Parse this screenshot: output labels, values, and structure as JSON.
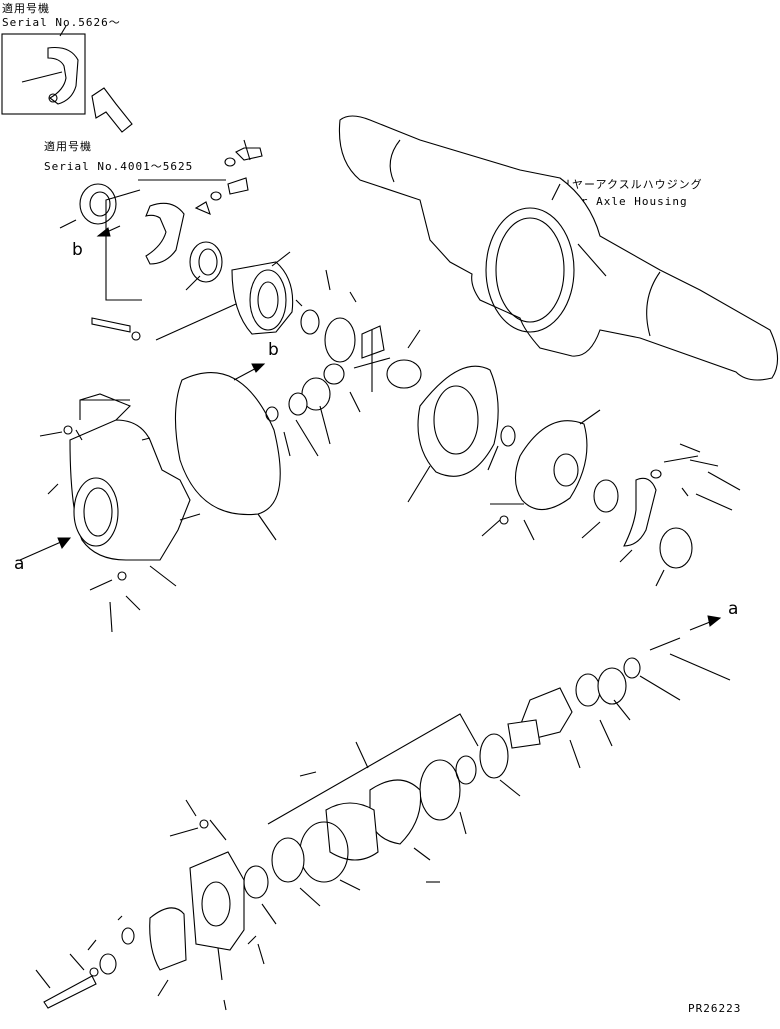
{
  "labels": {
    "serial_top_jp": "適用号機",
    "serial_top": "Serial No.5626～",
    "serial_mid_jp": "適用号機",
    "serial_mid": "Serial No.4001～5625",
    "housing_jp": "リヤーアクスルハウジング",
    "housing_en": "Rear Axle Housing",
    "ref_a": "a",
    "ref_b": "b",
    "figure_code": "PR26223"
  }
}
